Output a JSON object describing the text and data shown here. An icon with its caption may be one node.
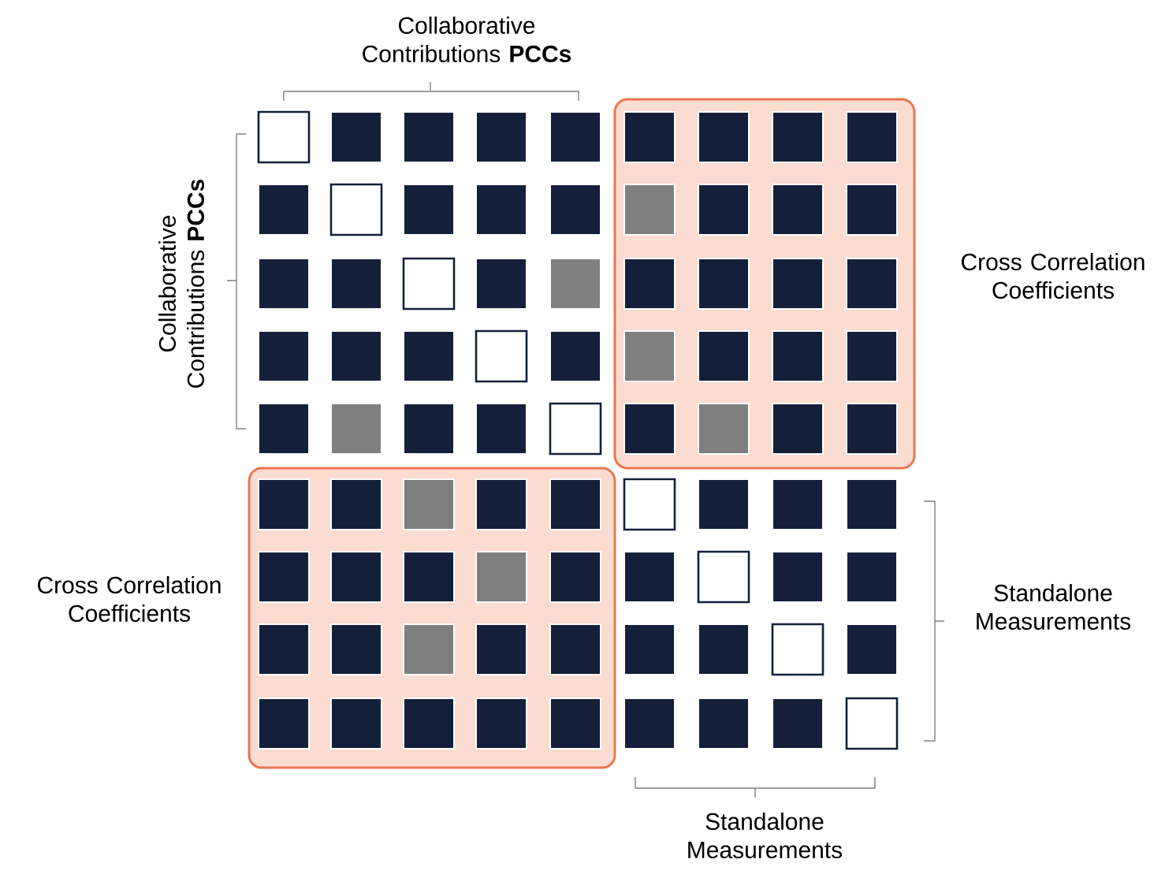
{
  "diagram": {
    "nodes": [
      {
        "text": [
          "Cross Correlation Coefficients"
        ]
      },
      {
        "text": [
          "Cross Correlation Coefficients"
        ]
      }
    ],
    "labels": [
      "Collaborative Contributions **PCCs**",
      "Collaborative Contributions **PCCs**",
      "Standalone Measurements",
      "Standalone Measurements"
    ]
  }
}
